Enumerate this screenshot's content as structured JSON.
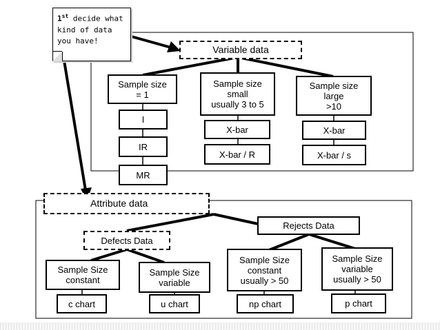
{
  "note": {
    "line1_prefix": "1",
    "line1_sup": "st",
    "line1_rest": " decide what",
    "line2": "kind of data",
    "line3": "you have!"
  },
  "variable": {
    "header": "Variable data",
    "col1": {
      "condition": "Sample size\n= 1",
      "charts": [
        "I",
        "IR",
        "MR"
      ]
    },
    "col2": {
      "condition": "Sample size\nsmall\nusually 3 to 5",
      "charts": [
        "X-bar",
        "X-bar / R"
      ]
    },
    "col3": {
      "condition": "Sample size\nlarge\n>10",
      "charts": [
        "X-bar",
        "X-bar / s"
      ]
    }
  },
  "attribute": {
    "header": "Attribute data",
    "defects": {
      "label": "Defects Data",
      "constant": "Sample Size\nconstant",
      "variable": "Sample Size\nvariable",
      "charts": [
        "c chart",
        "u chart"
      ]
    },
    "rejects": {
      "label": "Rejects Data",
      "constant": "Sample Size\nconstant\nusually > 50",
      "variable": "Sample Size\nvariable\nusually > 50",
      "charts": [
        "np chart",
        "p chart"
      ]
    }
  },
  "colors": {
    "line": "#000000",
    "background": "#ffffff"
  }
}
